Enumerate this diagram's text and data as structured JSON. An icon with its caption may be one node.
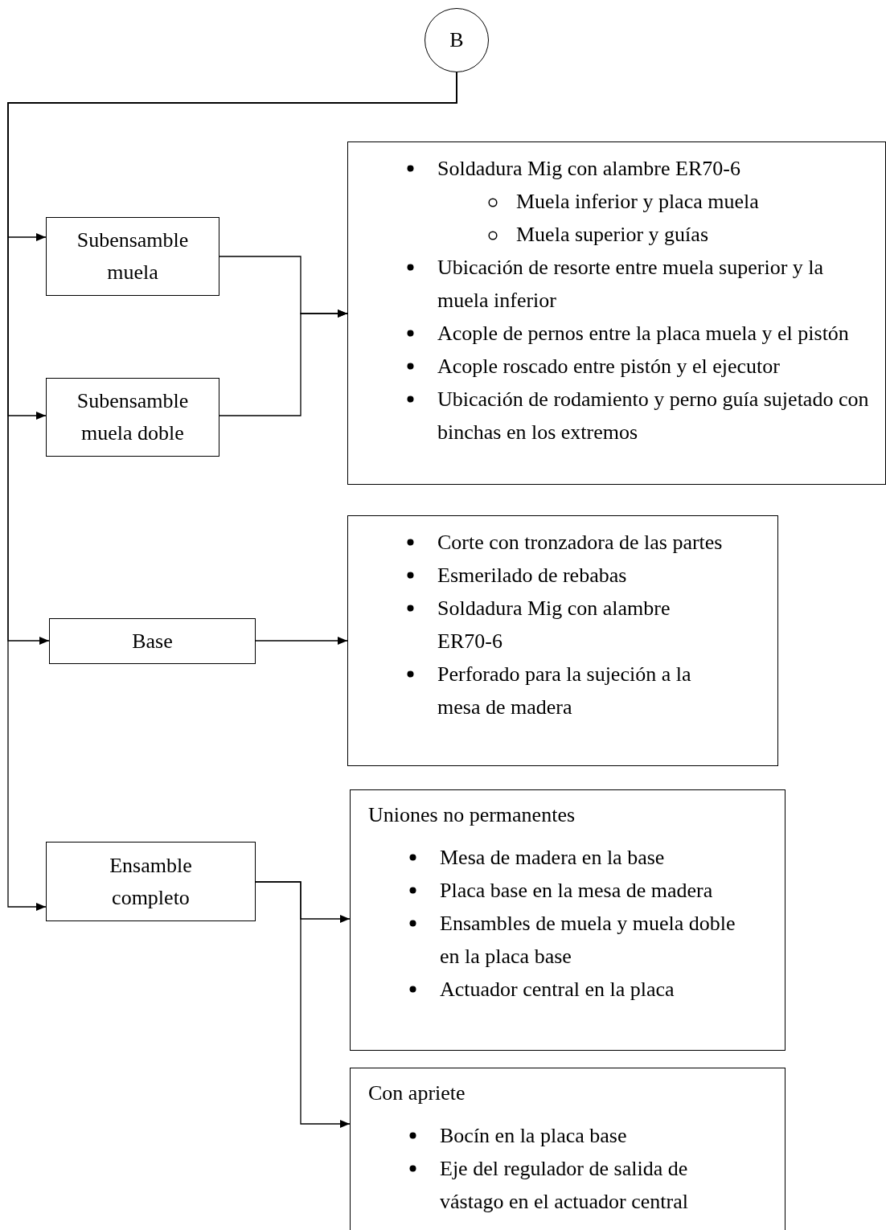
{
  "diagram": {
    "nodes": [
      {
        "text": [
          "B"
        ]
      },
      {
        "text": [
          "Subensamble muela"
        ]
      },
      {
        "text": [
          "Subensamble muela doble"
        ]
      },
      {
        "text": [
          "Soldadura Mig con alambre ER70-6",
          "Muela inferior y placa muela",
          "Muela superior y guías",
          "Ubicación de resorte entre muela superior y la muela inferior",
          "Acople de pernos entre la placa muela y el pistón",
          "Acople roscado entre pistón y el ejecutor",
          "Ubicación de rodamiento y perno guía sujetado con binchas en los extremos"
        ]
      },
      {
        "text": [
          "Base"
        ]
      },
      {
        "text": [
          "Corte con tronzadora de las partes",
          "Esmerilado de rebabas",
          "Soldadura Mig con alambre ER70-6",
          "Perforado para la sujeción a la mesa de madera"
        ]
      },
      {
        "text": [
          "Ensamble completo"
        ]
      },
      {
        "text": [
          "Uniones no permanentes",
          "Mesa de madera en la base",
          "Placa base en la mesa de madera",
          "Ensambles de muela y muela doble en la placa base",
          "Actuador central en la placa"
        ]
      },
      {
        "text": [
          "Con apriete",
          "Bocín en la placa base",
          "Eje del regulador de salida de vástago en el actuador central"
        ]
      }
    ],
    "edges": [
      {
        "from": 0,
        "to": 1,
        "arrow": "to"
      },
      {
        "from": 0,
        "to": 2,
        "arrow": "to"
      },
      {
        "from": 0,
        "to": 4,
        "arrow": "to"
      },
      {
        "from": 0,
        "to": 6,
        "arrow": "to"
      },
      {
        "from": 1,
        "to": 3,
        "arrow": "to"
      },
      {
        "from": 2,
        "to": 3,
        "arrow": "to"
      },
      {
        "from": 4,
        "to": 5,
        "arrow": "to"
      },
      {
        "from": 6,
        "to": 7,
        "arrow": "to"
      },
      {
        "from": 6,
        "to": 8,
        "arrow": "to"
      }
    ]
  }
}
